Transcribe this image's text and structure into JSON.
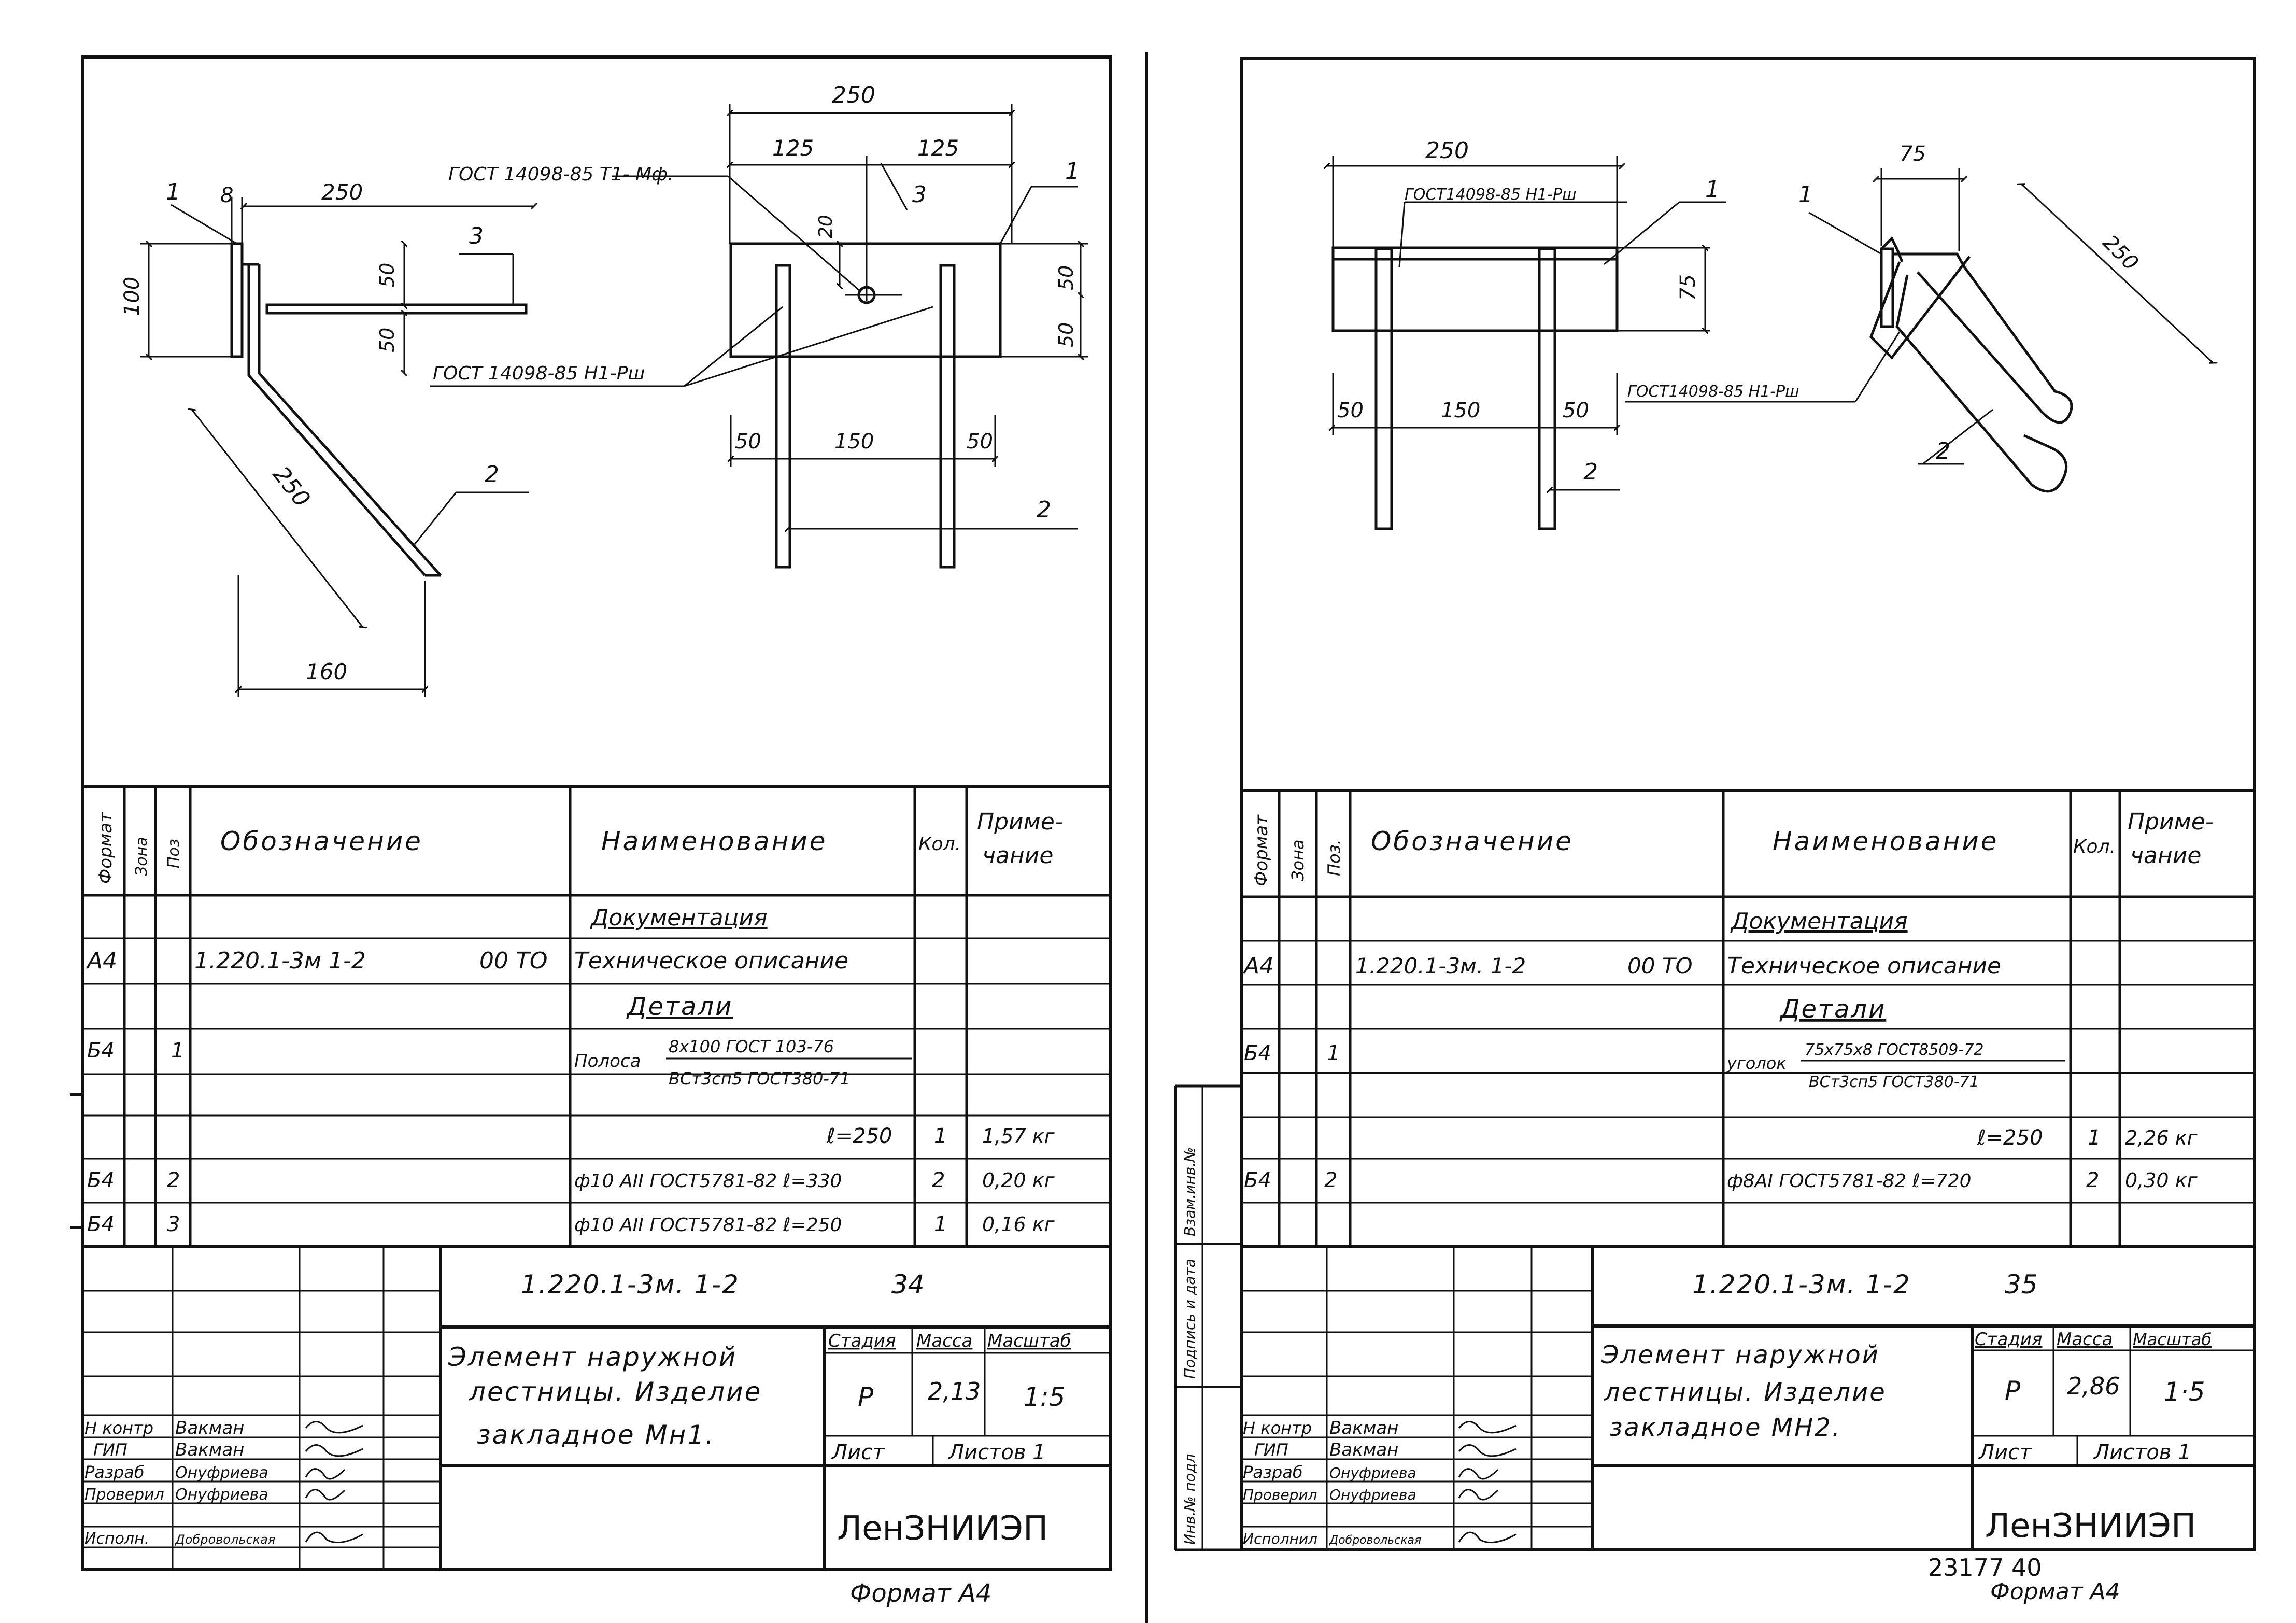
{
  "sheets": [
    {
      "drawing": {
        "side_view": {
          "dim_width": "250",
          "dim_thickness": "8",
          "dim_height": "100",
          "dim_50_top": "50",
          "dim_50_bottom": "50",
          "dim_diag": "250",
          "dim_run": "160",
          "pos_1": "1",
          "pos_2": "2",
          "pos_3": "3"
        },
        "front_view": {
          "dim_total": "250",
          "dim_half_left": "125",
          "dim_half_right": "125",
          "dim_20": "20",
          "dim_50_top": "50",
          "dim_50_bottom": "50",
          "dim_left": "50",
          "dim_mid": "150",
          "dim_right": "50",
          "pos_1": "1",
          "pos_2": "2",
          "pos_3": "3"
        },
        "weld_note_t1": "ГОСТ 14098-85 Т1- Мф.",
        "weld_note_h1": "ГОСТ 14098-85 Н1-Рш"
      },
      "spec": {
        "headers": {
          "format": "Формат",
          "zone": "Зона",
          "pos": "Поз",
          "designation": "Обозначение",
          "name": "Наименование",
          "qty": "Кол.",
          "note_1": "Приме-",
          "note_2": "чание"
        },
        "section_docs": "Документация",
        "doc_row": {
          "format": "А4",
          "designation": "1.220.1-3м 1-2",
          "suffix": "00 ТО",
          "name": "Техническое описание"
        },
        "section_details": "Детали",
        "row1": {
          "format": "Б4",
          "pos": "1",
          "name_prefix": "Полоса",
          "name_top": "8х100 ГОСТ 103-76",
          "name_bottom": "ВСт3сп5 ГОСТ380-71"
        },
        "row1b": {
          "name": "ℓ=250",
          "qty": "1",
          "note": "1,57 кг"
        },
        "row2": {
          "format": "Б4",
          "pos": "2",
          "name": "ф10 АII ГОСТ5781-82 ℓ=330",
          "qty": "2",
          "note": "0,20 кг"
        },
        "row3": {
          "format": "Б4",
          "pos": "3",
          "name": "ф10 АII ГОСТ5781-82 ℓ=250",
          "qty": "1",
          "note": "0,16 кг"
        }
      },
      "title_block": {
        "code": "1.220.1-3м. 1-2",
        "sheet_no": "34",
        "title_line1": "Элемент  наружной",
        "title_line2": "лестницы. Изделие",
        "title_line3": "закладное  Мн1.",
        "stage_label": "Стадия",
        "mass_label": "Масса",
        "scale_label": "Масштаб",
        "stage": "Р",
        "mass": "2,13",
        "scale": "1:5",
        "sheet_label": "Лист",
        "sheets_label": "Листов 1",
        "org": "ЛенЗНИИЭП",
        "signers": [
          {
            "role": "Н контр",
            "name": "Вакман"
          },
          {
            "role": "ГИП",
            "name": "Вакман"
          },
          {
            "role": "Разраб",
            "name": "Онуфриева"
          },
          {
            "role": "Проверил",
            "name": "Онуфриева"
          },
          {
            "role": "Исполн.",
            "name": "Добровольская"
          }
        ]
      },
      "format": "Формат А4"
    },
    {
      "drawing": {
        "front_view": {
          "dim_width": "250",
          "dim_height": "75",
          "dim_left": "50",
          "dim_mid": "150",
          "dim_right": "50",
          "pos_1": "1",
          "pos_2": "2"
        },
        "side_view": {
          "dim_75": "75",
          "dim_diag": "250",
          "pos_1": "1",
          "pos_2": "2"
        },
        "weld_note_top": "ГОСТ14098-85 Н1-Рш",
        "weld_note_bottom": "ГОСТ14098-85 Н1-Рш"
      },
      "spec": {
        "headers": {
          "format": "Формат",
          "zone": "Зона",
          "pos": "Поз.",
          "designation": "Обозначение",
          "name": "Наименование",
          "qty": "Кол.",
          "note_1": "Приме-",
          "note_2": "чание"
        },
        "section_docs": "Документация",
        "doc_row": {
          "format": "А4",
          "designation": "1.220.1-3м. 1-2",
          "suffix": "00 ТО",
          "name": "Техническое описание"
        },
        "section_details": "Детали",
        "row1": {
          "format": "Б4",
          "pos": "1",
          "name_prefix": "уголок",
          "name_top": "75х75х8 ГОСТ8509-72",
          "name_bottom": "ВСт3сп5 ГОСТ380-71"
        },
        "row1b": {
          "name": "ℓ=250",
          "qty": "1",
          "note": "2,26 кг"
        },
        "row2": {
          "format": "Б4",
          "pos": "2",
          "name": "ф8АI ГОСТ5781-82 ℓ=720",
          "qty": "2",
          "note": "0,30 кг"
        }
      },
      "title_block": {
        "code": "1.220.1-3м. 1-2",
        "sheet_no": "35",
        "title_line1": "Элемент  наружной",
        "title_line2": "лестницы. Изделие",
        "title_line3": "закладное  МН2.",
        "stage_label": "Стадия",
        "mass_label": "Масса",
        "scale_label": "Масштаб",
        "stage": "Р",
        "mass": "2,86",
        "scale": "1·5",
        "sheet_label": "Лист",
        "sheets_label": "Листов 1",
        "org": "ЛенЗНИИЭП",
        "signers": [
          {
            "role": "Н контр",
            "name": "Вакман"
          },
          {
            "role": "ГИП",
            "name": "Вакман"
          },
          {
            "role": "Разраб",
            "name": "Онуфриева"
          },
          {
            "role": "Проверил",
            "name": "Онуфриева"
          },
          {
            "role": "Исполнил",
            "name": "Добровольская"
          }
        ]
      },
      "side_stamp": [
        "Инв.№ подл",
        "Подпись и дата",
        "Взам.инв.№"
      ],
      "doc_number": "23177 40",
      "format": "Формат А4"
    }
  ]
}
